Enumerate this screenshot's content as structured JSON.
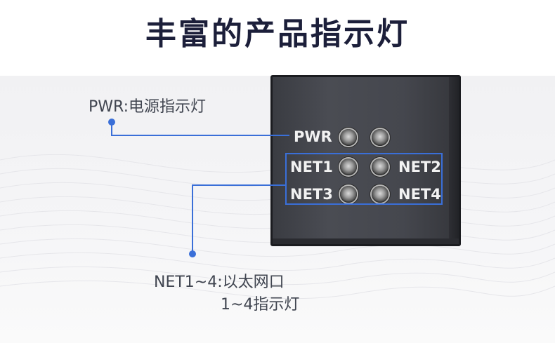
{
  "title": "丰富的产品指示灯",
  "callouts": {
    "pwr": "PWR:电源指示灯",
    "net_line1": "NET1~4:以太网口",
    "net_line2": "1~4指示灯"
  },
  "device": {
    "pwr": "PWR",
    "net1": "NET1",
    "net2": "NET2",
    "net3": "NET3",
    "net4": "NET4"
  },
  "colors": {
    "title": "#1c1f3a",
    "accent": "#3a6fd8",
    "text": "#404550",
    "device": "#45474e"
  },
  "icons": [
    "led-indicator",
    "callout-dot"
  ]
}
